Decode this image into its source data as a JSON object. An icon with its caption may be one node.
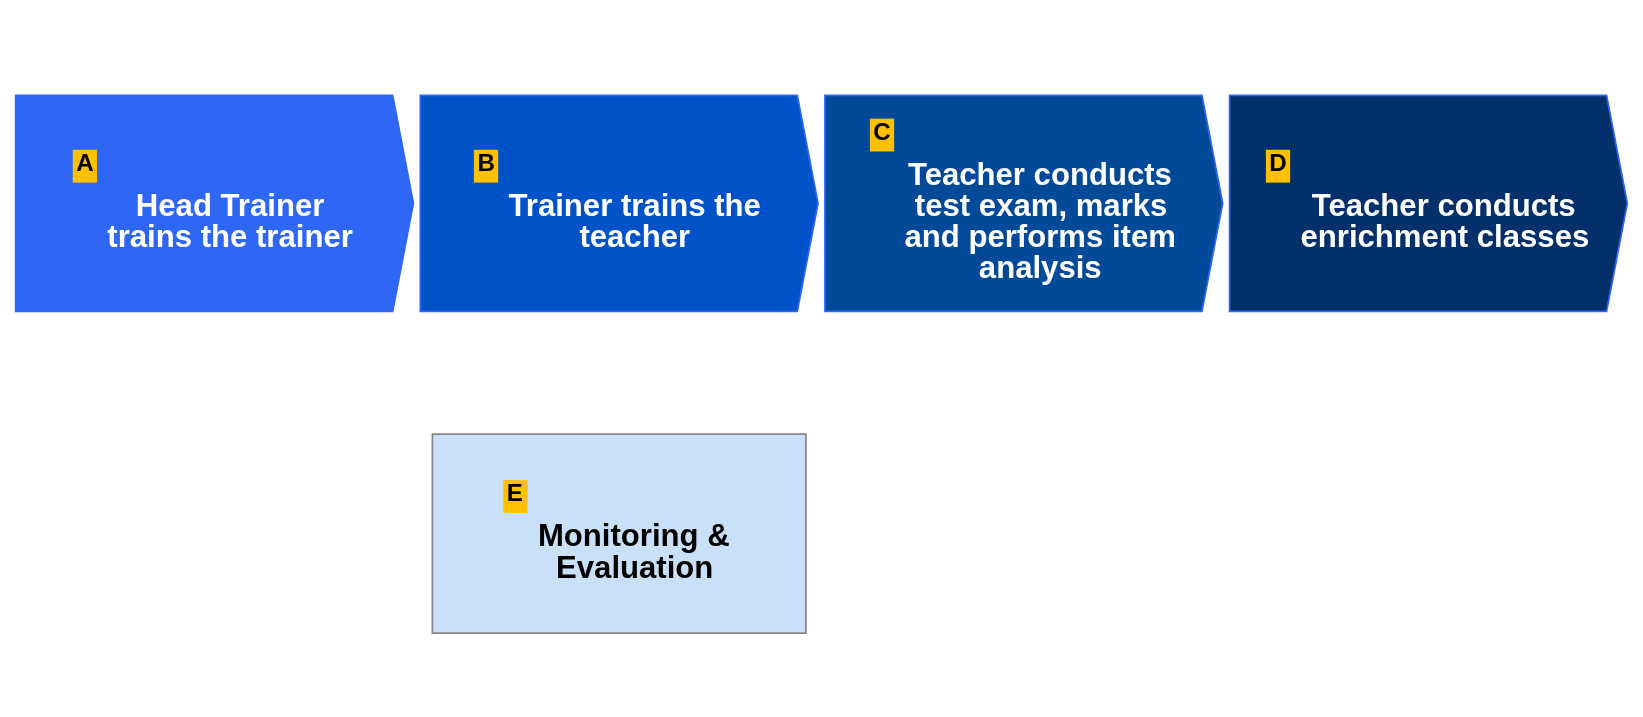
{
  "diagram": {
    "nodes": [
      {
        "text": [
          "A",
          "Head Trainer trains the trainer"
        ]
      },
      {
        "text": [
          "B",
          "Trainer trains the teacher"
        ]
      },
      {
        "text": [
          "C",
          "Teacher conducts test exam, marks and performs item analysis"
        ]
      },
      {
        "text": [
          "D",
          "Teacher conducts enrichment classes"
        ]
      },
      {
        "text": [
          "E",
          "Monitoring & Evaluation"
        ]
      }
    ]
  }
}
